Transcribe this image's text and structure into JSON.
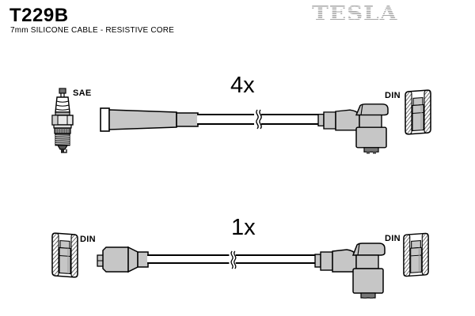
{
  "header": {
    "part_number": "T229B",
    "subtitle": "7mm SILICONE CABLE -  RESISTIVE CORE",
    "brand": "TESLA"
  },
  "rows": [
    {
      "quantity_label": "4x",
      "left_terminal": {
        "icon": "spark-plug-icon",
        "label": "SAE"
      },
      "left_boot": "straight-boot",
      "cable": "cable-with-break",
      "right_boot": "elbow-90-boot",
      "right_terminal": {
        "icon": "din-terminal-icon",
        "label": "DIN"
      }
    },
    {
      "quantity_label": "1x",
      "left_terminal": {
        "icon": "din-terminal-icon",
        "label": "DIN"
      },
      "left_boot": "straight-boot",
      "cable": "cable-with-break",
      "right_boot": "elbow-90-boot",
      "right_terminal": {
        "icon": "din-terminal-icon",
        "label": "DIN"
      }
    }
  ],
  "colors": {
    "boot_fill": "#c6c6c6",
    "outline": "#000000",
    "brand_gray": "#a8a8a8",
    "background": "#ffffff"
  }
}
